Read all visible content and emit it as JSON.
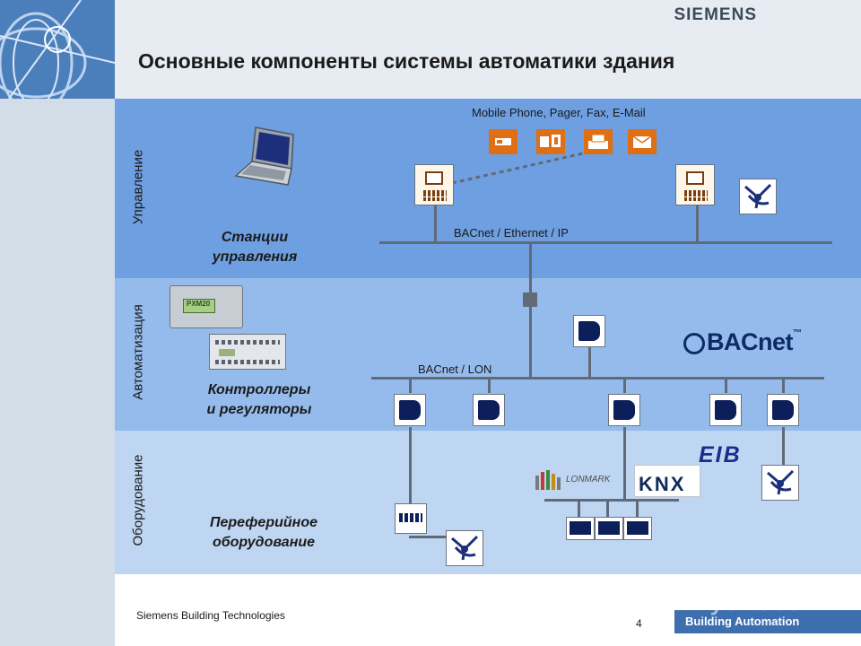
{
  "header": {
    "brand": "SIEMENS",
    "title": "Основные компоненты системы автоматики здания"
  },
  "levels": {
    "management": {
      "label": "Управление",
      "component_title_line1": "Станции",
      "component_title_line2": "управления"
    },
    "automation": {
      "label": "Автоматизация",
      "component_title_line1": "Контроллеры",
      "component_title_line2": "и регуляторы"
    },
    "field": {
      "label": "Оборудование",
      "component_title_line1": "Переферийное",
      "component_title_line2": "оборудование"
    }
  },
  "network": {
    "notification_label": "Mobile Phone, Pager, Fax, E-Mail",
    "management_bus": "BACnet  /  Ethernet  /  IP",
    "automation_bus": "BACnet  /  LON"
  },
  "logos": {
    "bacnet": "BACnet",
    "bacnet_tm": "™",
    "eib": "EIB",
    "knx": "KNX",
    "lonmark": "LONMARK"
  },
  "ctrl_label": "PXM20",
  "footer": {
    "company": "Siemens Building Technologies",
    "page_number": "4",
    "product_line": "Building Automation",
    "watermark": "MyShared"
  },
  "colors": {
    "band_management": "#6d9fe1",
    "band_automation": "#95bbec",
    "band_field": "#bfd6f3",
    "notification_icons": "#e06e12",
    "footer_bar": "#3d6fae"
  }
}
